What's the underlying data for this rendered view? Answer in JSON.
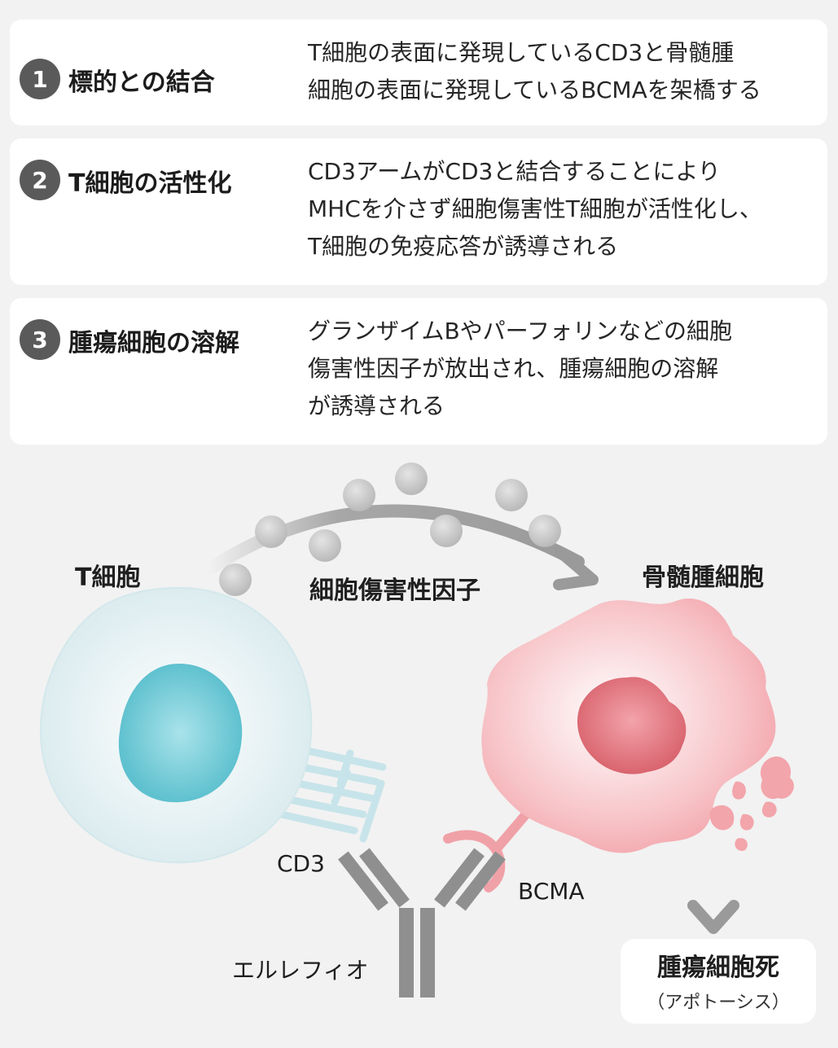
{
  "steps": [
    {
      "number": "1",
      "title": "標的との結合",
      "lines": [
        "T細胞の表面に発現しているCD3と骨髄腫",
        "細胞の表面に発現しているBCMAを架橋する"
      ]
    },
    {
      "number": "2",
      "title": "T細胞の活性化",
      "lines": [
        "CD3アームがCD3と結合することにより",
        "MHCを介さず細胞傷害性T細胞が活性化し、",
        "T細胞の免疫応答が誘導される"
      ]
    },
    {
      "number": "3",
      "title": "腫瘍細胞の溶解",
      "lines": [
        "グランザイムBやパーフォリンなどの細胞",
        "傷害性因子が放出され、腫瘍細胞の溶解",
        "が誘導される"
      ]
    }
  ],
  "diagram": {
    "t_cell_label": "T細胞",
    "factor_label": "細胞傷害性因子",
    "myeloma_label": "骨髄腫細胞",
    "cd3_label": "CD3",
    "bcma_label": "BCMA",
    "drug_label": "エルレフィオ",
    "result_title": "腫瘍細胞死",
    "result_subtitle": "（アポトーシス）"
  },
  "colors": {
    "step_number_bg": "#5a5a5a",
    "t_cell": "#dcecef",
    "t_cell_nucleus": "#5fc1cf",
    "myeloma_cell": "#f2a5ab",
    "myeloma_nucleus": "#d9646e",
    "antibody": "#8f8f8f",
    "factor_particle": "#c2c2c2",
    "arrow": "#9a9a9a"
  }
}
